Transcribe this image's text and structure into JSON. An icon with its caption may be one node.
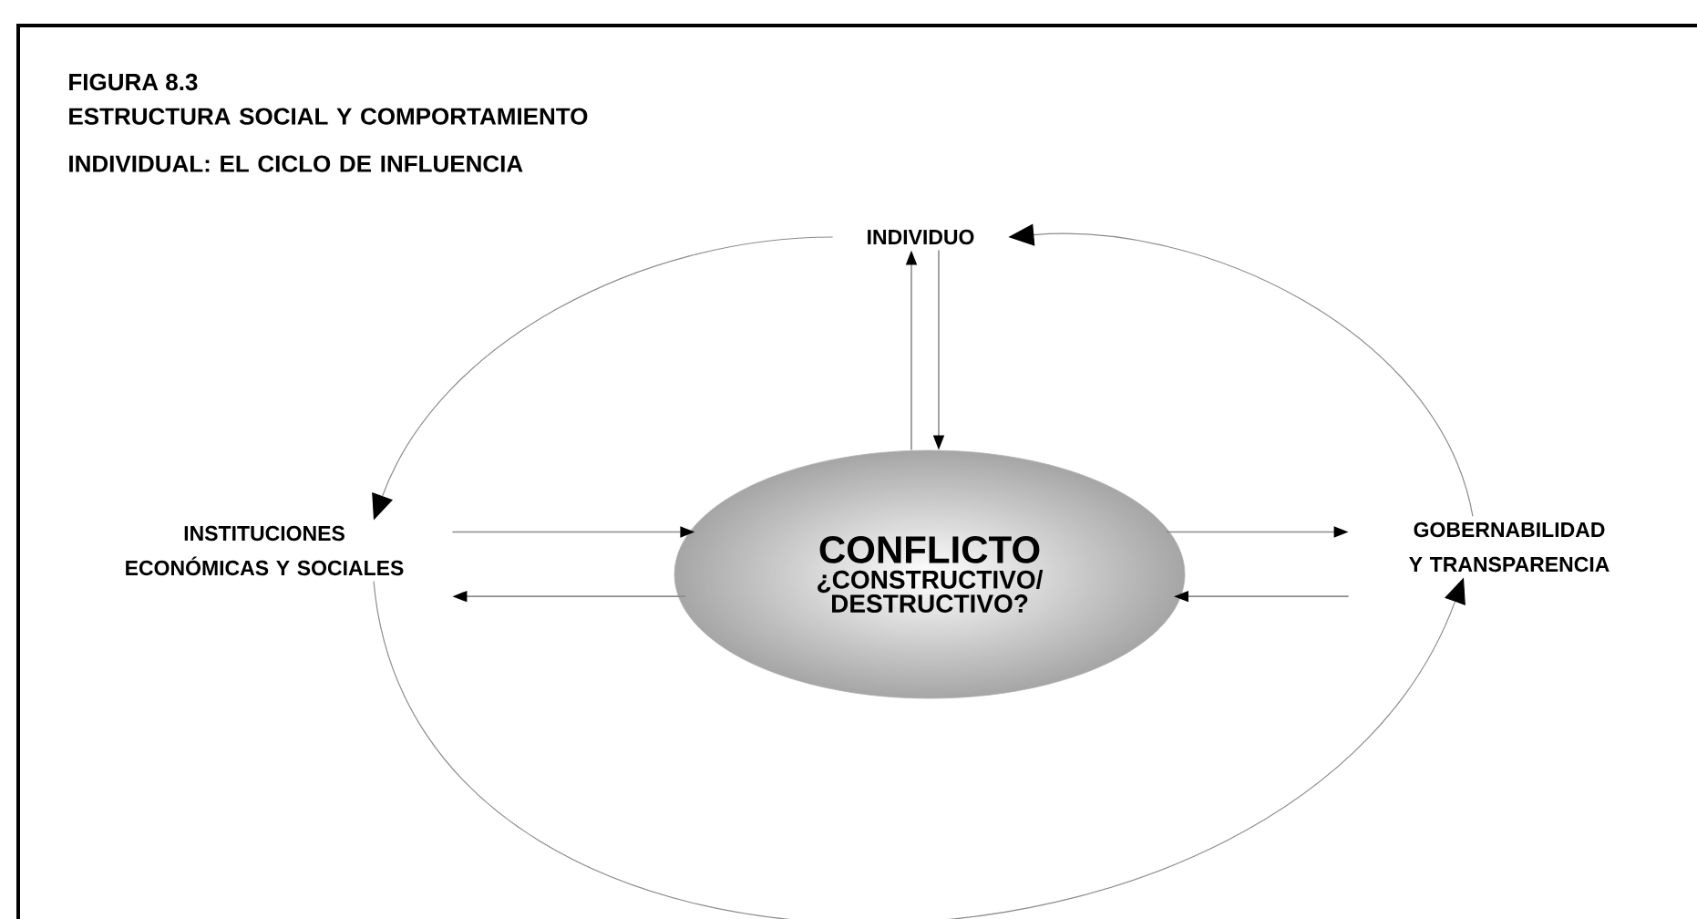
{
  "diagram": {
    "title": "ESTRUCTURA SOCIAL Y COMPORTAMIENTO INDIVIDUAL: EL CICLO DE INFLUENCIA",
    "nodes": [
      {
        "text": [
          "INDIVIDUO"
        ]
      },
      {
        "text": [
          "CONFLICTO",
          "¿CONSTRUCTIVO/ DESTRUCTIVO?"
        ]
      },
      {
        "text": [
          "INSTITUCIONES ECONÓMICAS Y SOCIALES"
        ]
      },
      {
        "text": [
          "GOBERNABILIDAD Y TRANSPARENCIA"
        ]
      }
    ],
    "edges": [
      {
        "from": 1,
        "to": 0,
        "arrow": "to"
      },
      {
        "from": 0,
        "to": 1,
        "arrow": "to"
      },
      {
        "from": 2,
        "to": 1,
        "arrow": "to"
      },
      {
        "from": 1,
        "to": 2,
        "arrow": "to"
      },
      {
        "from": 1,
        "to": 3,
        "arrow": "to"
      },
      {
        "from": 3,
        "to": 1,
        "arrow": "to"
      },
      {
        "from": 0,
        "to": 2,
        "arrow": "to"
      },
      {
        "from": 2,
        "to": 3,
        "arrow": "to"
      },
      {
        "from": 3,
        "to": 0,
        "arrow": "to"
      }
    ],
    "labels": [
      "FIGURA 8.3"
    ]
  }
}
